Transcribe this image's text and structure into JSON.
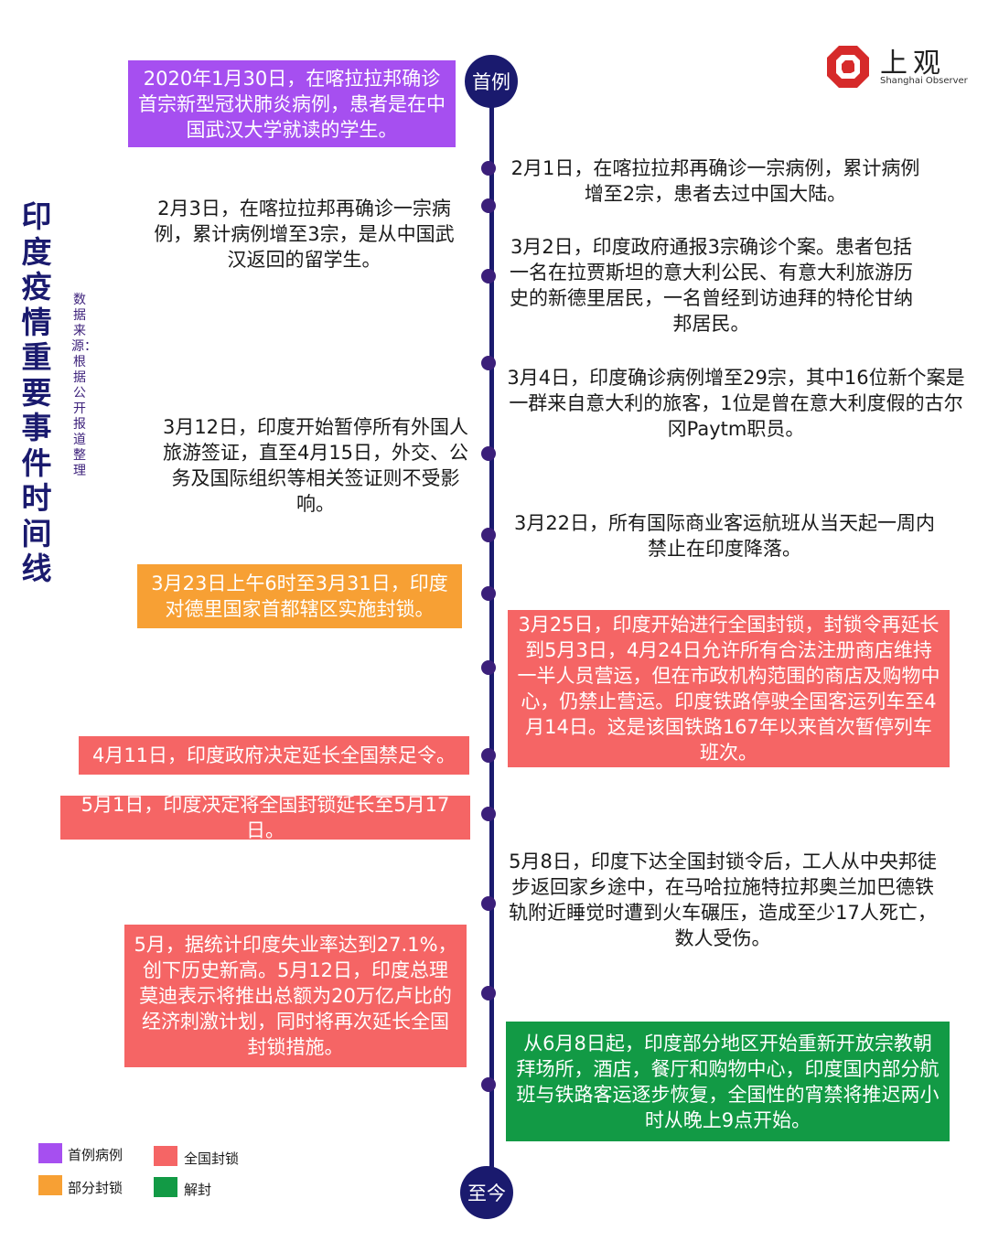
{
  "title": "印度疫情重要事件时间线",
  "source": "数据来源：根据公开报道整理",
  "logo": {
    "name": "上观",
    "subtitle": "Shanghai Observer",
    "icon": "shanghai-observer-logo"
  },
  "nodes": {
    "start": "首例",
    "end": "至今"
  },
  "colors": {
    "first_case": "#a64ff0",
    "partial_lockdown": "#f7a034",
    "national_lockdown": "#f56565",
    "unlock": "#129a45",
    "axis": "#1a1a6e"
  },
  "events": {
    "e1": "2020年1月30日，在喀拉拉邦确诊首宗新型冠状肺炎病例，患者是在中国武汉大学就读的学生。",
    "e2": "2月1日，在喀拉拉邦再确诊一宗病例，累计病例增至2宗，患者去过中国大陆。",
    "e3": "2月3日，在喀拉拉邦再确诊一宗病例，累计病例增至3宗，是从中国武汉返回的留学生。",
    "e4": "3月2日，印度政府通报3宗确诊个案。患者包括一名在拉贾斯坦的意大利公民、有意大利旅游历史的新德里居民，一名曾经到访迪拜的特伦甘纳邦居民。",
    "e5": "3月4日，印度确诊病例增至29宗，其中16位新个案是一群来自意大利的旅客，1位是曾在意大利度假的古尔冈Paytm职员。",
    "e6": "3月12日，印度开始暂停所有外国人旅游签证，直至4月15日，外交、公务及国际组织等相关签证则不受影响。",
    "e7": "3月22日，所有国际商业客运航班从当天起一周内禁止在印度降落。",
    "e8": "3月23日上午6时至3月31日，印度对德里国家首都辖区实施封锁。",
    "e9": "3月25日，印度开始进行全国封锁，封锁令再延长到5月3日，4月24日允许所有合法注册商店维持一半人员营运，但在市政机构范围的商店及购物中心，仍禁止营运。印度铁路停驶全国客运列车至4月14日。这是该国铁路167年以来首次暂停列车班次。",
    "e10": "4月11日，印度政府决定延长全国禁足令。",
    "e11": "5月1日，印度决定将全国封锁延长至5月17日。",
    "e12": "5月8日，印度下达全国封锁令后，工人从中央邦徒步返回家乡途中，在马哈拉施特拉邦奥兰加巴德铁轨附近睡觉时遭到火车碾压，造成至少17人死亡，数人受伤。",
    "e13": "5月，据统计印度失业率达到27.1%，创下历史新高。5月12日，印度总理莫迪表示将推出总额为20万亿卢比的经济刺激计划，同时将再次延长全国封锁措施。",
    "e14": "从6月8日起，印度部分地区开始重新开放宗教朝拜场所，酒店，餐厅和购物中心，印度国内部分航班与铁路客运逐步恢复，全国性的宵禁将推迟两小时从晚上9点开始。"
  },
  "legend": [
    {
      "label": "首例病例",
      "color": "#a64ff0"
    },
    {
      "label": "部分封锁",
      "color": "#f7a034"
    },
    {
      "label": "全国封锁",
      "color": "#f56565"
    },
    {
      "label": "解封",
      "color": "#129a45"
    }
  ]
}
